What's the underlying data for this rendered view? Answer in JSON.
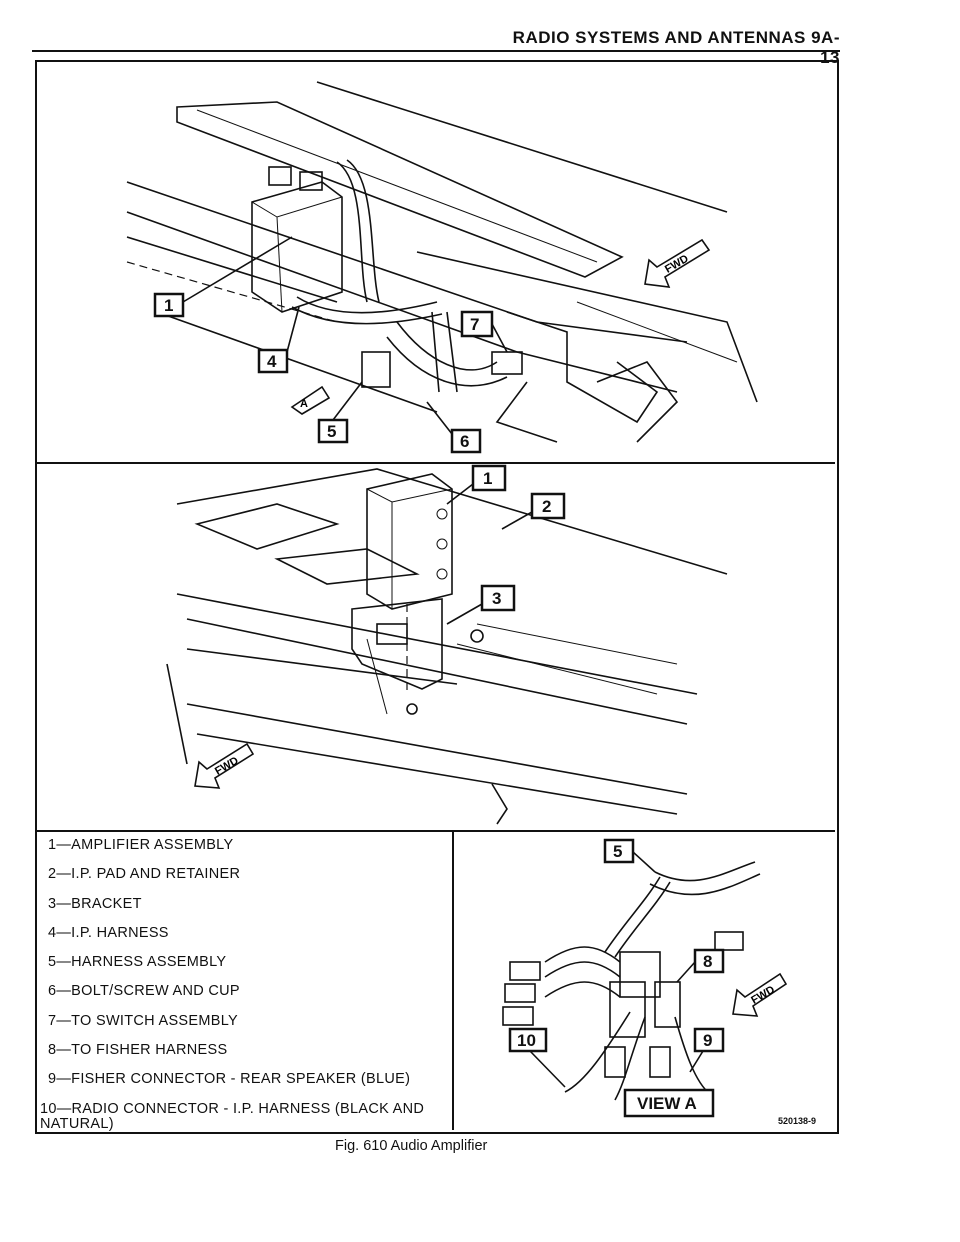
{
  "header": {
    "title": "RADIO SYSTEMS AND ANTENNAS 9A-13"
  },
  "callouts": {
    "top": [
      "1",
      "4",
      "5",
      "6",
      "7"
    ],
    "middle": [
      "1",
      "2",
      "3"
    ],
    "view_a": [
      "5",
      "8",
      "9",
      "10"
    ]
  },
  "fwd_label": "FWD",
  "view_label": "VIEW A",
  "legend": {
    "items": [
      "1—AMPLIFIER ASSEMBLY",
      "2—I.P. PAD AND RETAINER",
      "3—BRACKET",
      "4—I.P. HARNESS",
      "5—HARNESS ASSEMBLY",
      "6—BOLT/SCREW AND CUP",
      "7—TO SWITCH ASSEMBLY",
      "8—TO FISHER HARNESS",
      "9—FISHER CONNECTOR - REAR SPEAKER (BLUE)",
      "10—RADIO CONNECTOR - I.P. HARNESS (BLACK AND\nNATURAL)"
    ]
  },
  "figure_number": "520138-9",
  "caption": "Fig. 610 Audio Amplifier"
}
